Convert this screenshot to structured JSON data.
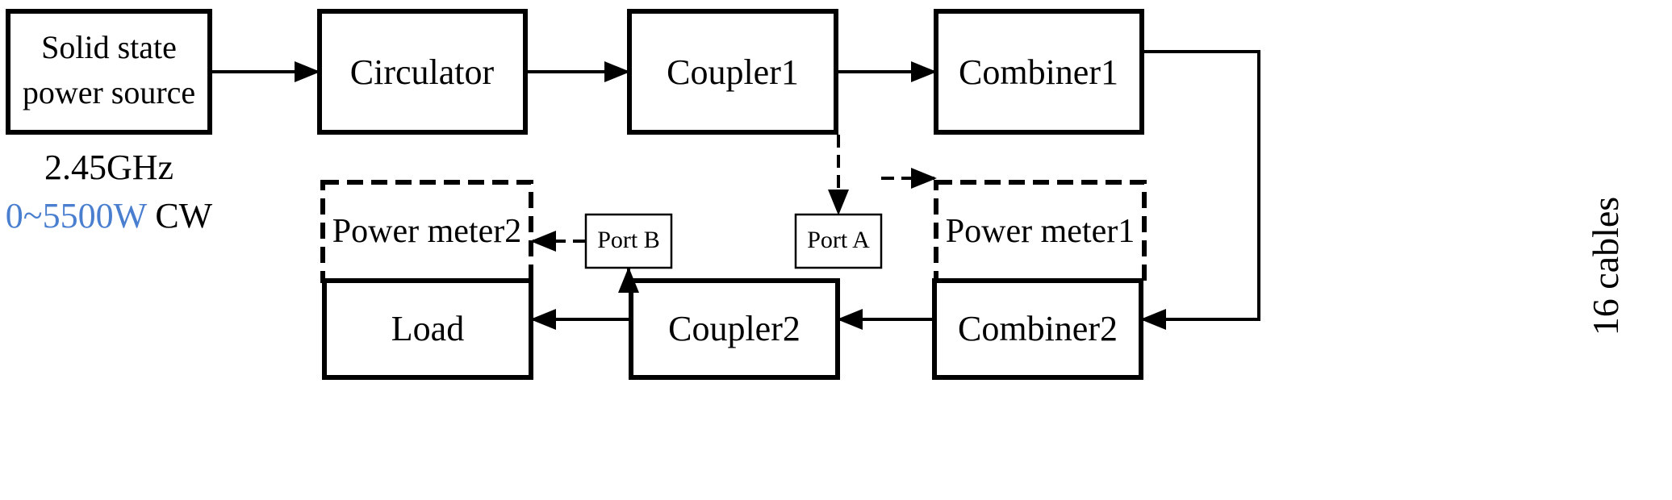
{
  "blocks": {
    "source_line1": "Solid state",
    "source_line2": "power source",
    "circulator": "Circulator",
    "coupler1": "Coupler1",
    "combiner1": "Combiner1",
    "power_meter2": "Power meter2",
    "port_b": "Port B",
    "port_a": "Port A",
    "power_meter1": "Power meter1",
    "load": "Load",
    "coupler2": "Coupler2",
    "combiner2": "Combiner2"
  },
  "annotations": {
    "frequency": "2.45GHz",
    "power_range": "0~5500W",
    "mode": "CW",
    "cables": "16 cables"
  },
  "colors": {
    "line": "#000000",
    "highlight": "#4a7fd0"
  }
}
